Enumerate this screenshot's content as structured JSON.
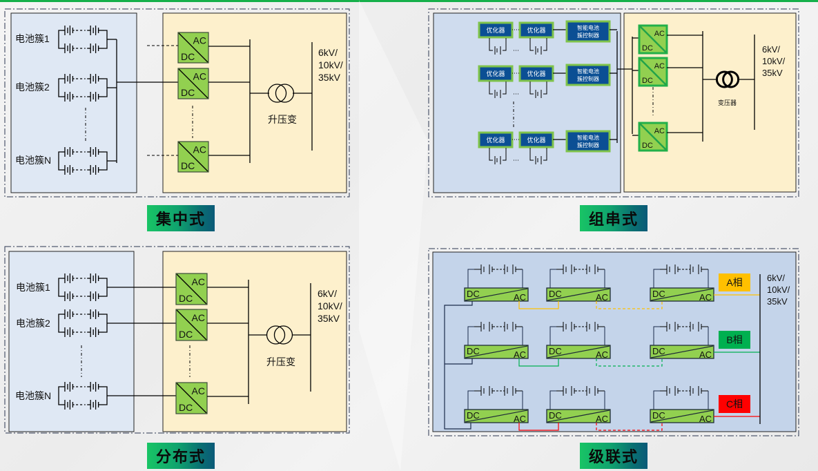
{
  "colors": {
    "top_bar": "#15b04a",
    "battery_panel": "#dfe8f4",
    "converter_panel": "#fdf0cc",
    "string_panel": "#cfdcee",
    "cascade_panel": "#c4d4ea",
    "converter_fill": "#92d050",
    "optimizer_fill": "#0b4f94",
    "optimizer_border": "#7fc34b",
    "phase_a": "#ffc000",
    "phase_b": "#00b050",
    "phase_c": "#ff0000"
  },
  "centralized": {
    "caption": "集中式",
    "clusters": [
      "电池簇1",
      "电池簇2",
      "电池簇N"
    ],
    "converter_ac": "AC",
    "converter_dc": "DC",
    "transformer_label": "升压变",
    "grid_voltage": [
      "6kV/",
      "10kV/",
      "35kV"
    ]
  },
  "string": {
    "caption": "组串式",
    "optimizer_label": "优化器",
    "controller_label": [
      "智能电池",
      "簇控制器"
    ],
    "converter_ac": "AC",
    "converter_dc": "DC",
    "transformer_label": "变压器",
    "grid_voltage": [
      "6kV/",
      "10kV/",
      "35kV"
    ]
  },
  "distributed": {
    "caption": "分布式",
    "clusters": [
      "电池簇1",
      "电池簇2",
      "电池簇N"
    ],
    "converter_ac": "AC",
    "converter_dc": "DC",
    "transformer_label": "升压变",
    "grid_voltage": [
      "6kV/",
      "10kV/",
      "35kV"
    ]
  },
  "cascade": {
    "caption": "级联式",
    "converter_ac": "AC",
    "converter_dc": "DC",
    "phases": [
      {
        "label": "A相",
        "color": "#ffc000"
      },
      {
        "label": "B相",
        "color": "#00b050"
      },
      {
        "label": "C相",
        "color": "#ff0000"
      }
    ],
    "grid_voltage": [
      "6kV/",
      "10kV/",
      "35kV"
    ]
  }
}
